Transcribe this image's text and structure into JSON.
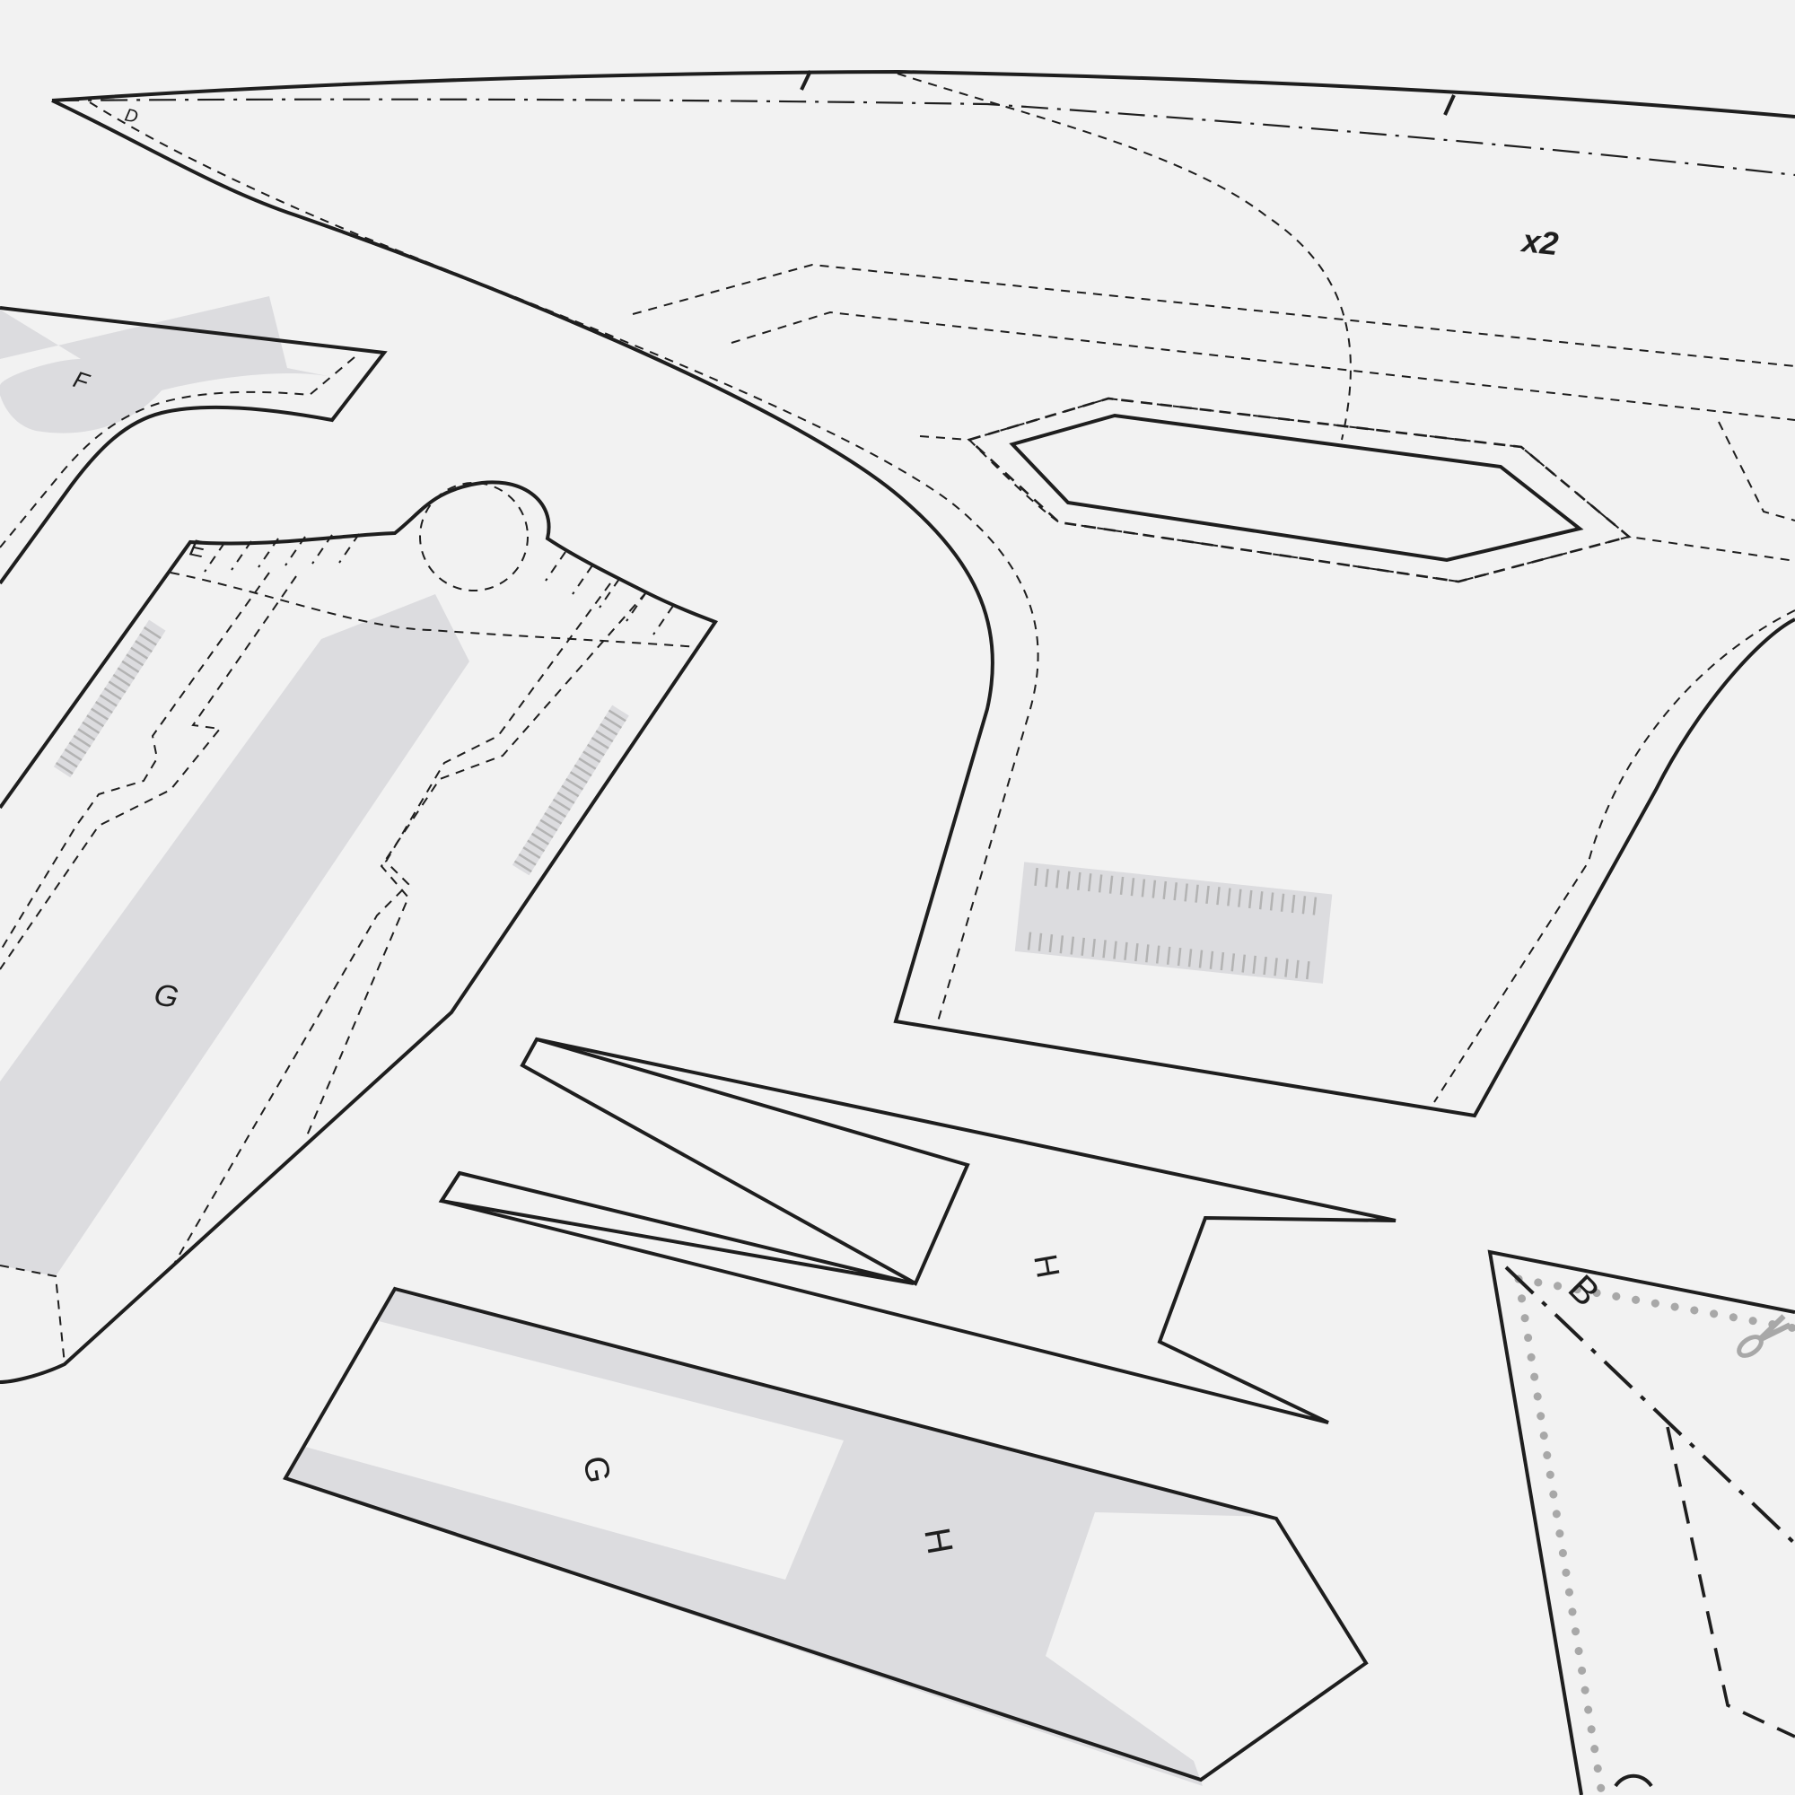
{
  "labels": {
    "piece_d": "D",
    "piece_e": "E",
    "piece_f": "F",
    "piece_g_left": "G",
    "piece_g_bottom": "G",
    "piece_h_bar": "H",
    "piece_h_bottom": "H",
    "piece_b": "B",
    "quantity": "x2"
  },
  "colors": {
    "background": "#f2f2f2",
    "line": "#1e1e1e",
    "shading": "#dcdcdf",
    "dotted_line": "#a8a8a8"
  }
}
